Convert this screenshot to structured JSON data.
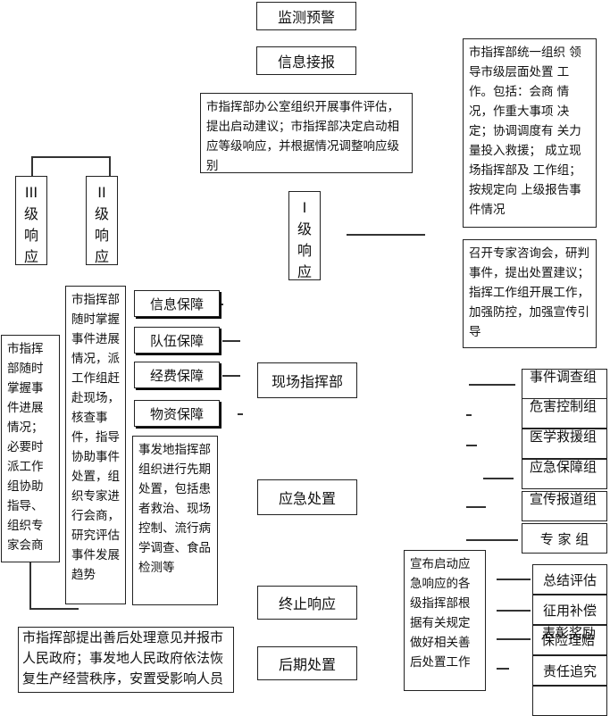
{
  "nodes": {
    "monitor": "监测预警",
    "info_report": "信息接报",
    "office_eval": "市指挥部办公室组织开展事件评估，提出启动建议；市指挥部决定启动相应等级响应，并根据情况调整响应级别",
    "level3": "III\n级\n响\n应",
    "level2": "II\n级\n响\n应",
    "level1": "I\n级\n响\n应",
    "unified_command": "市指挥部统一组织 领导市级层面处置 工作。包括：会商 情况，作重大事项 决定；协调调度有 关力量投入救援； 成立现场指挥部及 工作组；按规定向 上级报告事件情况",
    "expert_consult": "召开专家咨询会，研判事件，提出处置建议；指挥工作组开展工作，加强防控，加强宣传引导",
    "left_outer": "市指挥部随时掌握事件进展情况；必要时派工作组协助指导、组织专家会商",
    "left_inner": "市指挥部随时掌握事件进展情况，派工作组赶赴现场，核查事件，指导协助事件处置，组织专家进行会商，研究评估事件发展趋势",
    "support": [
      "信息保障",
      "队伍保障",
      "经费保障",
      "物资保障"
    ],
    "local_first": "事发地指挥部组织进行先期处置，包括患者救治、现场控制、流行病学调查、食品检测等",
    "onsite_hq": "现场指挥部",
    "emergency": "应急处置",
    "terminate": "终止响应",
    "aftermath": "后期处置",
    "aftermath_desc": "市指挥部提出善后处理意见并报市人民政府；事发地人民政府依法恢复生产经营秩序，安置受影响人员",
    "groups": [
      "事件调查组",
      "危害控制组",
      "医学救援组",
      "应急保障组",
      "宣传报道组",
      "专 家 组"
    ],
    "aftermath_notice": "宣布启动应急响应的各级指挥部根据有关规定做好相关善后处置工作",
    "after_items": [
      "总结评估",
      "征用补偿",
      "表彰奖励",
      "保险理赔",
      "责任追究"
    ]
  }
}
